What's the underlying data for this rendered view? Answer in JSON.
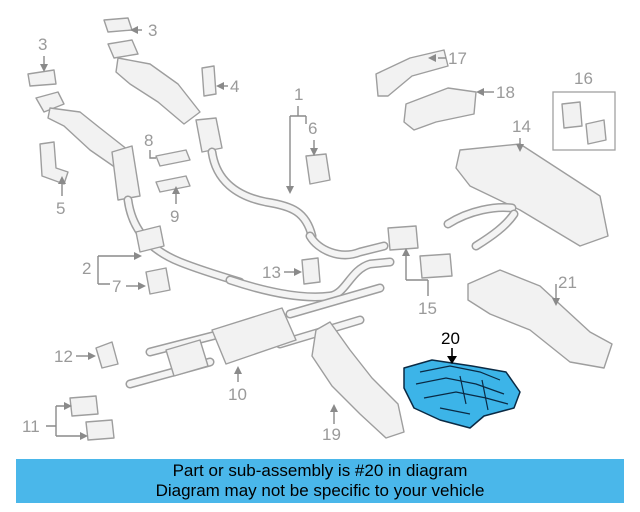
{
  "callouts": {
    "c1": "1",
    "c2": "2",
    "c3a": "3",
    "c3b": "3",
    "c4": "4",
    "c5": "5",
    "c6": "6",
    "c7": "7",
    "c8": "8",
    "c9": "9",
    "c10": "10",
    "c11": "11",
    "c12": "12",
    "c13": "13",
    "c14": "14",
    "c15": "15",
    "c16": "16",
    "c17": "17",
    "c18": "18",
    "c19": "19",
    "c20": "20",
    "c21": "21"
  },
  "highlight": {
    "part_number": "20",
    "color": "#3cb4e8"
  },
  "banner": {
    "line1": "Part or sub-assembly is #20 in diagram",
    "line2": "Diagram may not be specific to your vehicle",
    "color": "#4ab7ea"
  }
}
